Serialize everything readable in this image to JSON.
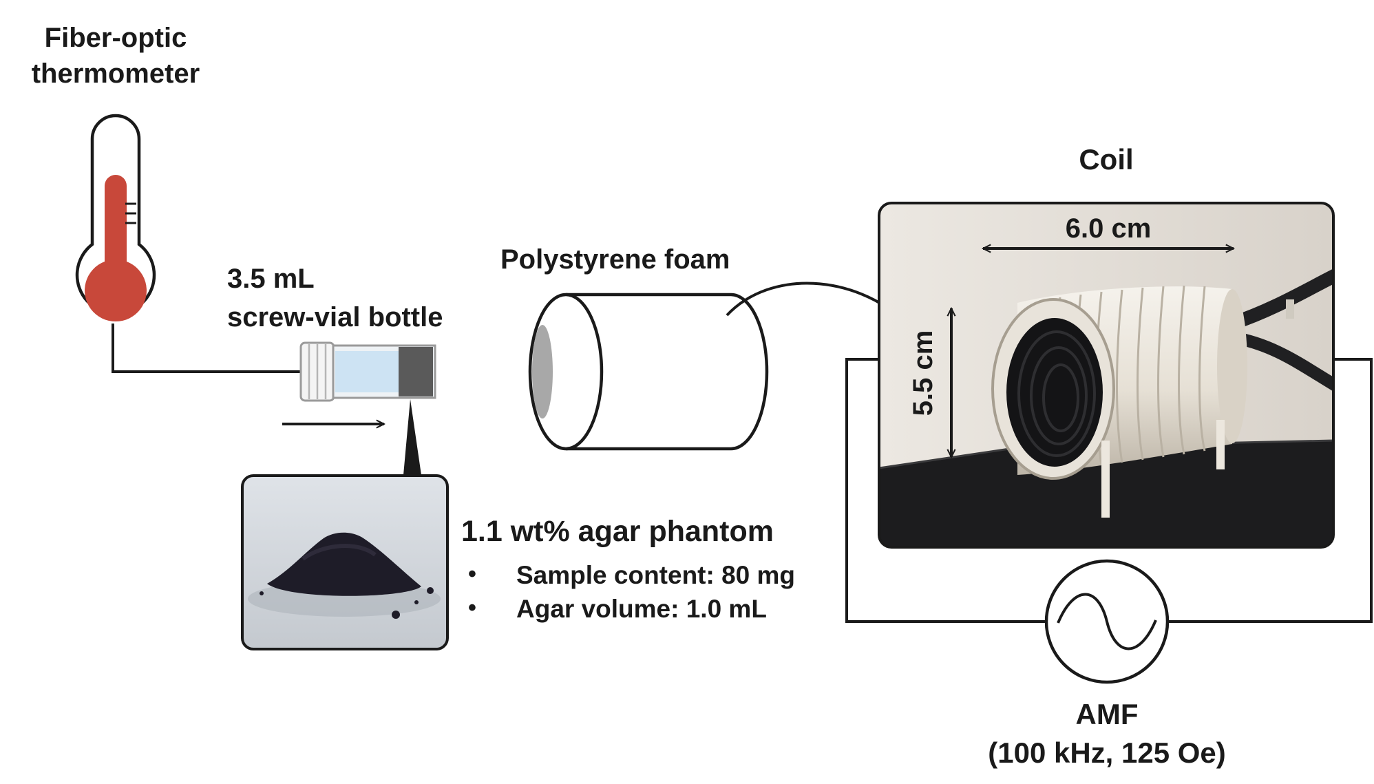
{
  "labels": {
    "thermometer_line1": "Fiber-optic",
    "thermometer_line2": "thermometer",
    "vial_line1": "3.5 mL",
    "vial_line2": "screw-vial bottle",
    "foam": "Polystyrene foam",
    "coil": "Coil",
    "coil_width": "6.0 cm",
    "coil_height": "5.5 cm",
    "phantom_title": "1.1 wt% agar phantom",
    "bullet_1": "Sample content: 80 mg",
    "bullet_2": "Agar volume: 1.0 mL",
    "bullet_symbol": "•",
    "amf_line1": "AMF",
    "amf_line2": "(100 kHz, 125 Oe)"
  },
  "colors": {
    "thermometer_fill": "#c8483a",
    "vial_liquid": "#cde3f3",
    "vial_cap": "#5a5a5a",
    "line": "#1a1a1a"
  }
}
